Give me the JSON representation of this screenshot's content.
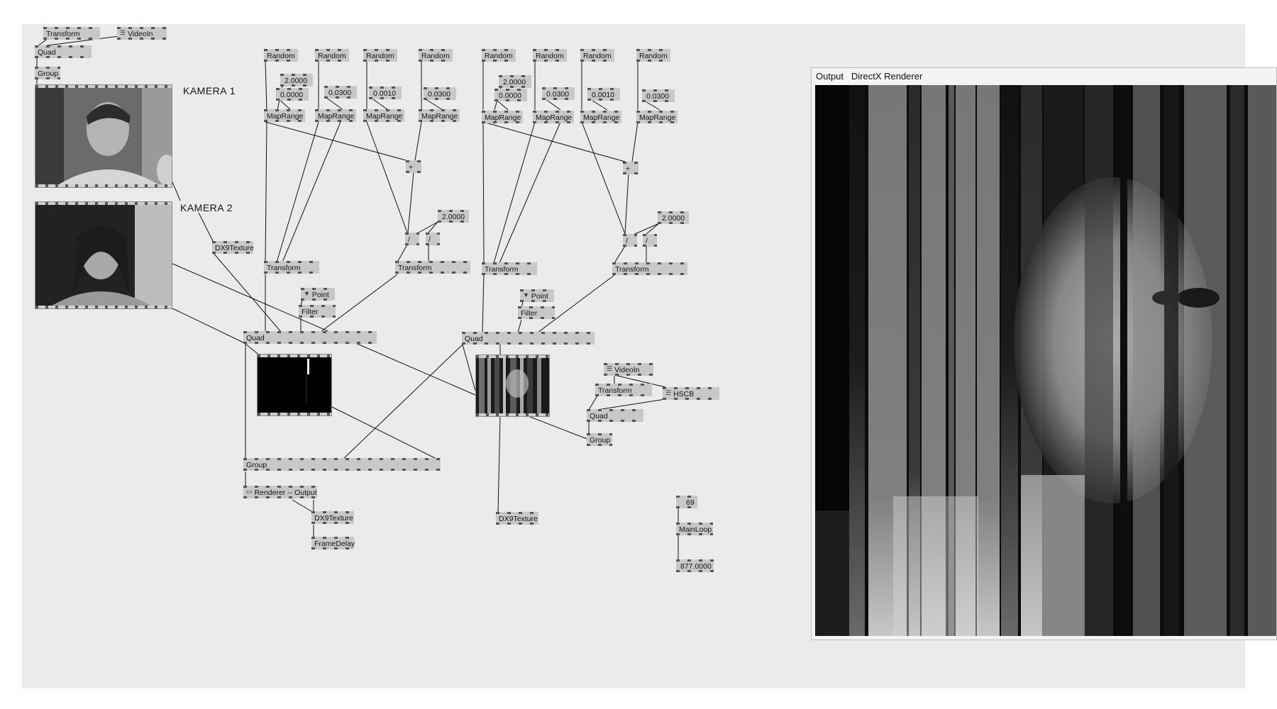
{
  "camera_labels": {
    "cam1": "KAMERA 1",
    "cam2": "KAMERA 2"
  },
  "top_nodes": {
    "transform": "Transform",
    "videoin": "VideoIn",
    "quad": "Quad",
    "group": "Group"
  },
  "left_patch": {
    "random": [
      "Random",
      "Random",
      "Random",
      "Random"
    ],
    "values": [
      "2.0000",
      "0.0000",
      "0.0300",
      "0.0010",
      "0.0300"
    ],
    "maprange": [
      "MapRange",
      "MapRange",
      "MapRange",
      "MapRange"
    ],
    "plus": "+",
    "divide_a": "/",
    "divide_b": "/",
    "divide_value": "2.0000",
    "transform_a": "Transform",
    "transform_b": "Transform",
    "dx9texture": "DX9Texture",
    "point": "Point",
    "filter": "Filter",
    "quad": "Quad",
    "group": "Group",
    "renderer": "Renderer -- Output",
    "dx9texture_b": "DX9Texture",
    "framedelay": "FrameDelay"
  },
  "right_patch": {
    "random": [
      "Random",
      "Random",
      "Random",
      "Random"
    ],
    "values": [
      "2.0000",
      "0.0000",
      "0.0300",
      "0.0010",
      "0.0300"
    ],
    "maprange": [
      "MapRange",
      "MapRange",
      "MapRange",
      "MapRange"
    ],
    "plus": "+",
    "divide_a": "/",
    "divide_b": "/",
    "divide_value": "2.0000",
    "transform_a": "Transform",
    "transform_b": "Transform",
    "point": "Point",
    "filter": "Filter",
    "quad": "Quad",
    "dx9texture": "DX9Texture"
  },
  "video_group": {
    "videoin": "VideoIn",
    "transform": "Transform",
    "hscb": "HSCB",
    "quad": "Quad",
    "group": "Group"
  },
  "mainloop": {
    "fps": "69",
    "label": "MainLoop",
    "time": "877.0000"
  },
  "output_window": {
    "title": "Output",
    "renderer": "DirectX Renderer"
  },
  "colors": {
    "patch_bg": "#ebebeb",
    "node_bg": "#c8c8c8",
    "pin": "#555555",
    "wire": "#111111",
    "render_bg": "#0c0c0c"
  }
}
